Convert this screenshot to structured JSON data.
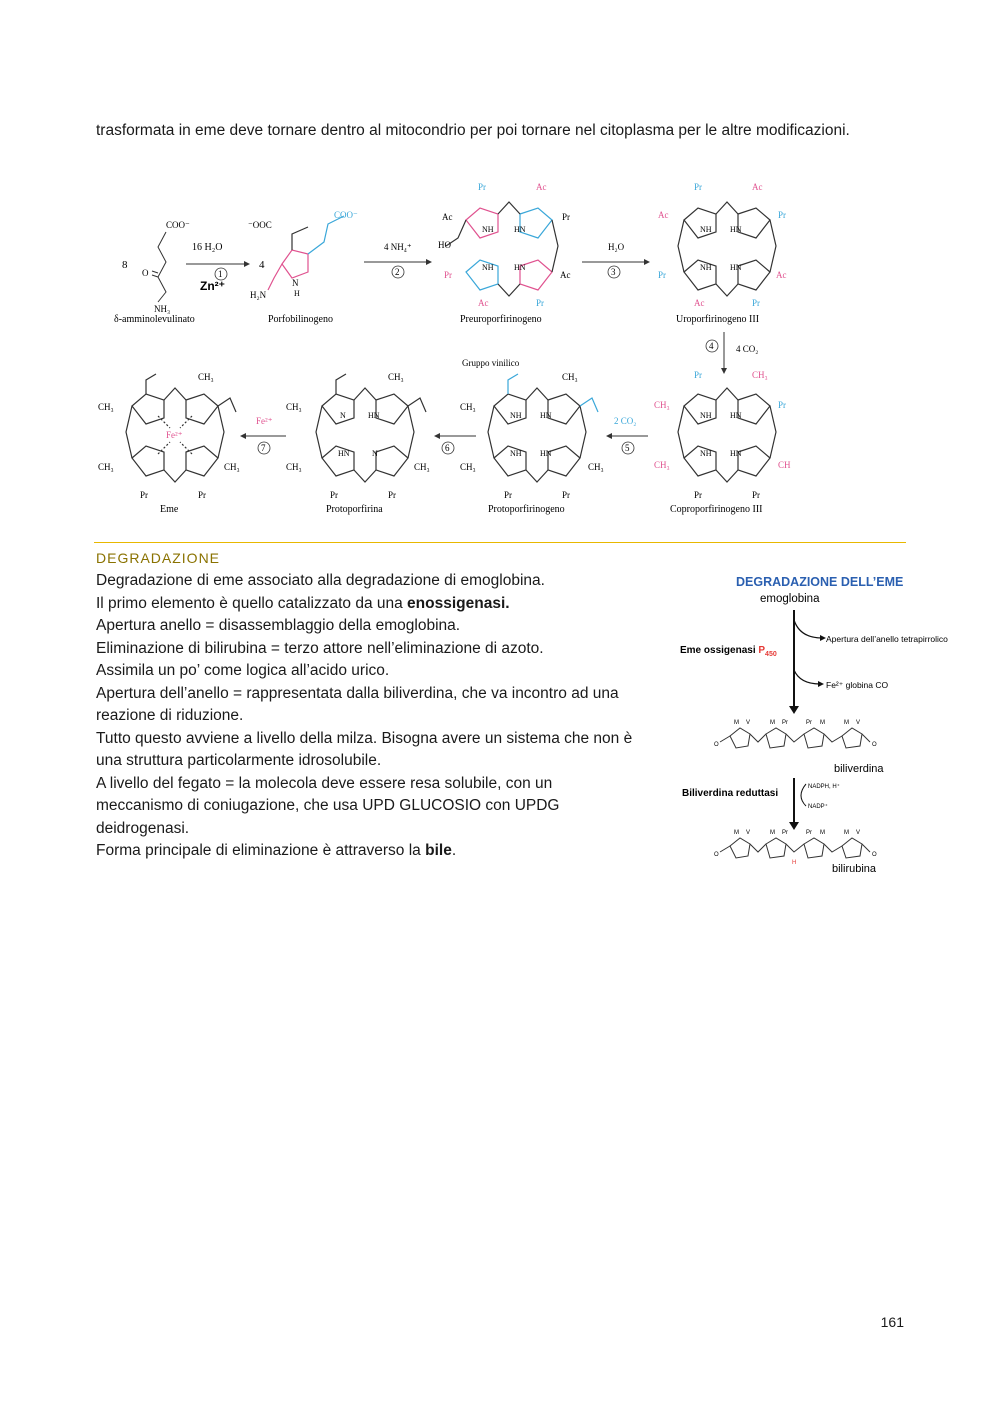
{
  "intro_text": "trasformata in eme deve tornare dentro al mitocondrio per poi tornare nel citoplasma per le altre modificazioni.",
  "synthesis_figure": {
    "compounds": [
      "δ-amminolevulinato",
      "Porfobilinogeno",
      "Preuroporfirinogeno",
      "Uroporfirinogeno III",
      "Coproporfirinogeno III",
      "Protoporfirinogeno",
      "Protoporfirina",
      "Eme"
    ],
    "steps": {
      "s1": {
        "number": "1",
        "reagent": "16 H₂O",
        "cofactor": "Zn²⁺"
      },
      "s2": {
        "number": "2",
        "reagent": "4 NH₄⁺"
      },
      "s3": {
        "number": "3",
        "reagent": "H₂O"
      },
      "s4": {
        "number": "4",
        "reagent": "4 CO₂"
      },
      "s5": {
        "number": "5",
        "reagent": "2 CO₂"
      },
      "s6": {
        "number": "6"
      },
      "s7": {
        "number": "7",
        "reagent": "Fe²⁺"
      }
    },
    "coef8": "8",
    "coef4": "4",
    "vinyl_label": "Gruppo vinilico",
    "labels": {
      "pr": "Pr",
      "ac": "Ac",
      "ch3": "CH₃",
      "ch": "CH",
      "nh": "NH",
      "hn": "HN",
      "n": "N",
      "fe": "Fe²⁺",
      "coo": "COO⁻",
      "ooc": "⁻OOC",
      "o": "O",
      "nh3": "NH₃",
      "h2n": "H₂N",
      "h": "H",
      "ho": "HO"
    },
    "colors": {
      "pink": "#e0528f",
      "blue": "#3aa7d9",
      "line": "#333333"
    }
  },
  "section_title": "DEGRADAZIONE",
  "body": {
    "p1": "Degradazione di eme associato alla degradazione di emoglobina.",
    "p2_pre": "Il primo elemento è quello catalizzato da una ",
    "p2_bold": "enossigenasi.",
    "p3": "Apertura anello = disassemblaggio della emoglobina.",
    "p4": "Eliminazione di bilirubina = terzo attore nell’eliminazione di azoto.",
    "p5": "Assimila un po’ come logica all’acido urico.",
    "p6": "Apertura dell’anello = rappresentata dalla biliverdina, che va incontro ad una reazione di riduzione.",
    "p7": "Tutto questo avviene a livello della milza. Bisogna avere un sistema che non è una struttura particolarmente idrosolubile.",
    "p8": "A livello del fegato = la molecola deve essere resa solubile, con un meccanismo di coniugazione, che usa UPD GLUCOSIO con UPDG deidrogenasi.",
    "p9_pre": "Forma principale di eliminazione è attraverso la ",
    "p9_bold": "bile",
    "p9_post": "."
  },
  "degradation_figure": {
    "title": "DEGRADAZIONE DELL’EME",
    "top": "emoglobina",
    "enzyme1": "Eme ossigenasi",
    "enzyme1_sub": "P",
    "enzyme1_sub2": "450",
    "product1": "Apertura dell’anello tetrapirrolico",
    "product2": "Fe²⁺ globina CO",
    "biliverdina": "biliverdina",
    "enzyme2": "Biliverdina reduttasi",
    "nadph": "NADPH, H⁺",
    "nadp": "NADP⁺",
    "bilirubina": "bilirubina",
    "subs": {
      "m": "M",
      "v": "V",
      "pr": "Pr",
      "h": "H",
      "o": "O"
    },
    "colors": {
      "red": "#e53935",
      "blue": "#2a5fb0"
    }
  },
  "page_number": "161"
}
